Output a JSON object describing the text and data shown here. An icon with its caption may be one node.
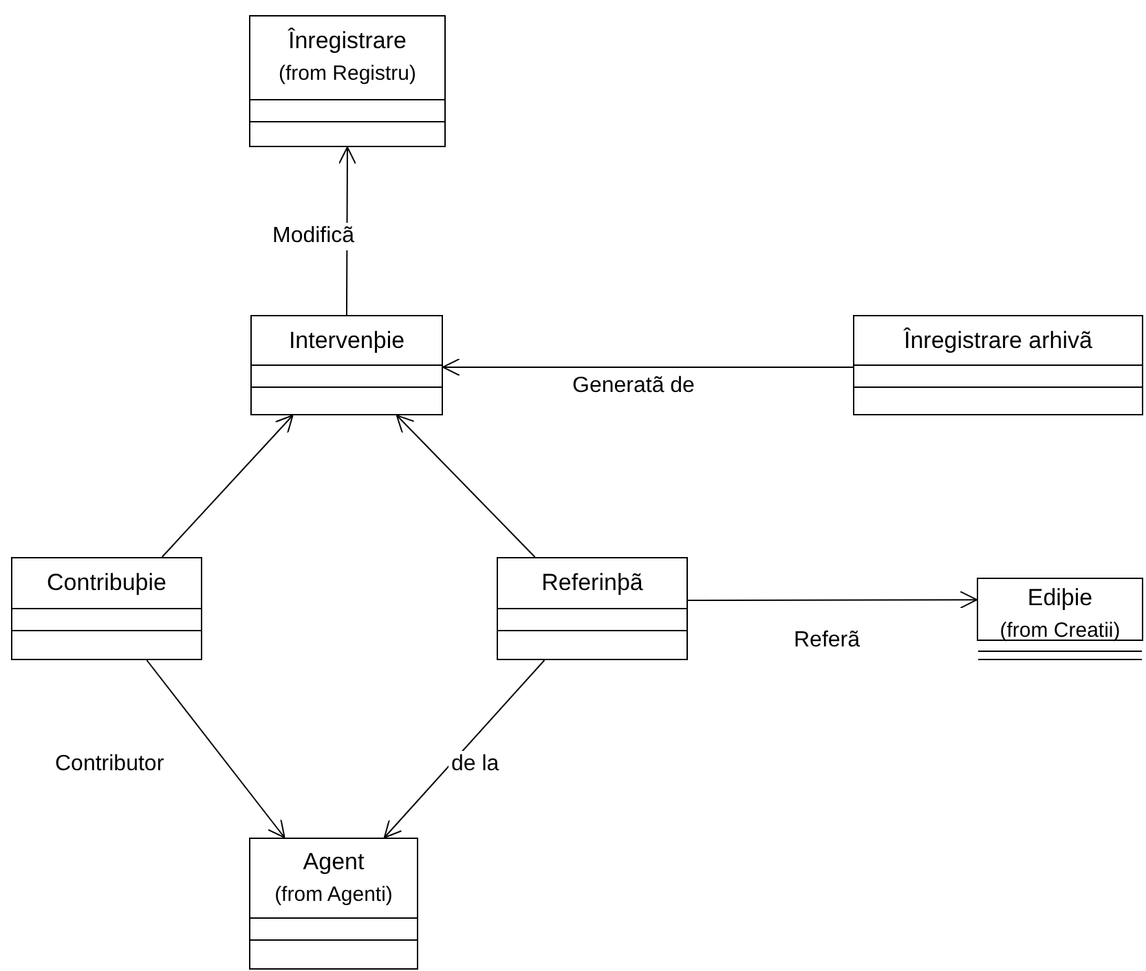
{
  "diagram": {
    "nodes": [
      {
        "text": [
          "Înregistrare",
          "(from Registru)"
        ]
      },
      {
        "text": [
          "Intervenþie"
        ]
      },
      {
        "text": [
          "Înregistrare arhivã"
        ]
      },
      {
        "text": [
          "Contribuþie"
        ]
      },
      {
        "text": [
          "Referinþã"
        ]
      },
      {
        "text": [
          "Ediþie",
          "(from Creatii)"
        ]
      },
      {
        "text": [
          "Agent",
          "(from Agenti)"
        ]
      }
    ],
    "edges": [
      {
        "from": 1,
        "to": 0,
        "arrow": "to",
        "label": "Modificã"
      },
      {
        "from": 2,
        "to": 1,
        "arrow": "to",
        "label": "Generatã de"
      },
      {
        "from": 3,
        "to": 1,
        "arrow": "to"
      },
      {
        "from": 4,
        "to": 1,
        "arrow": "to"
      },
      {
        "from": 4,
        "to": 5,
        "arrow": "to",
        "label": "Referã"
      },
      {
        "from": 3,
        "to": 6,
        "arrow": "to",
        "label": "Contributor"
      },
      {
        "from": 4,
        "to": 6,
        "arrow": "to",
        "label": "de la"
      }
    ]
  }
}
